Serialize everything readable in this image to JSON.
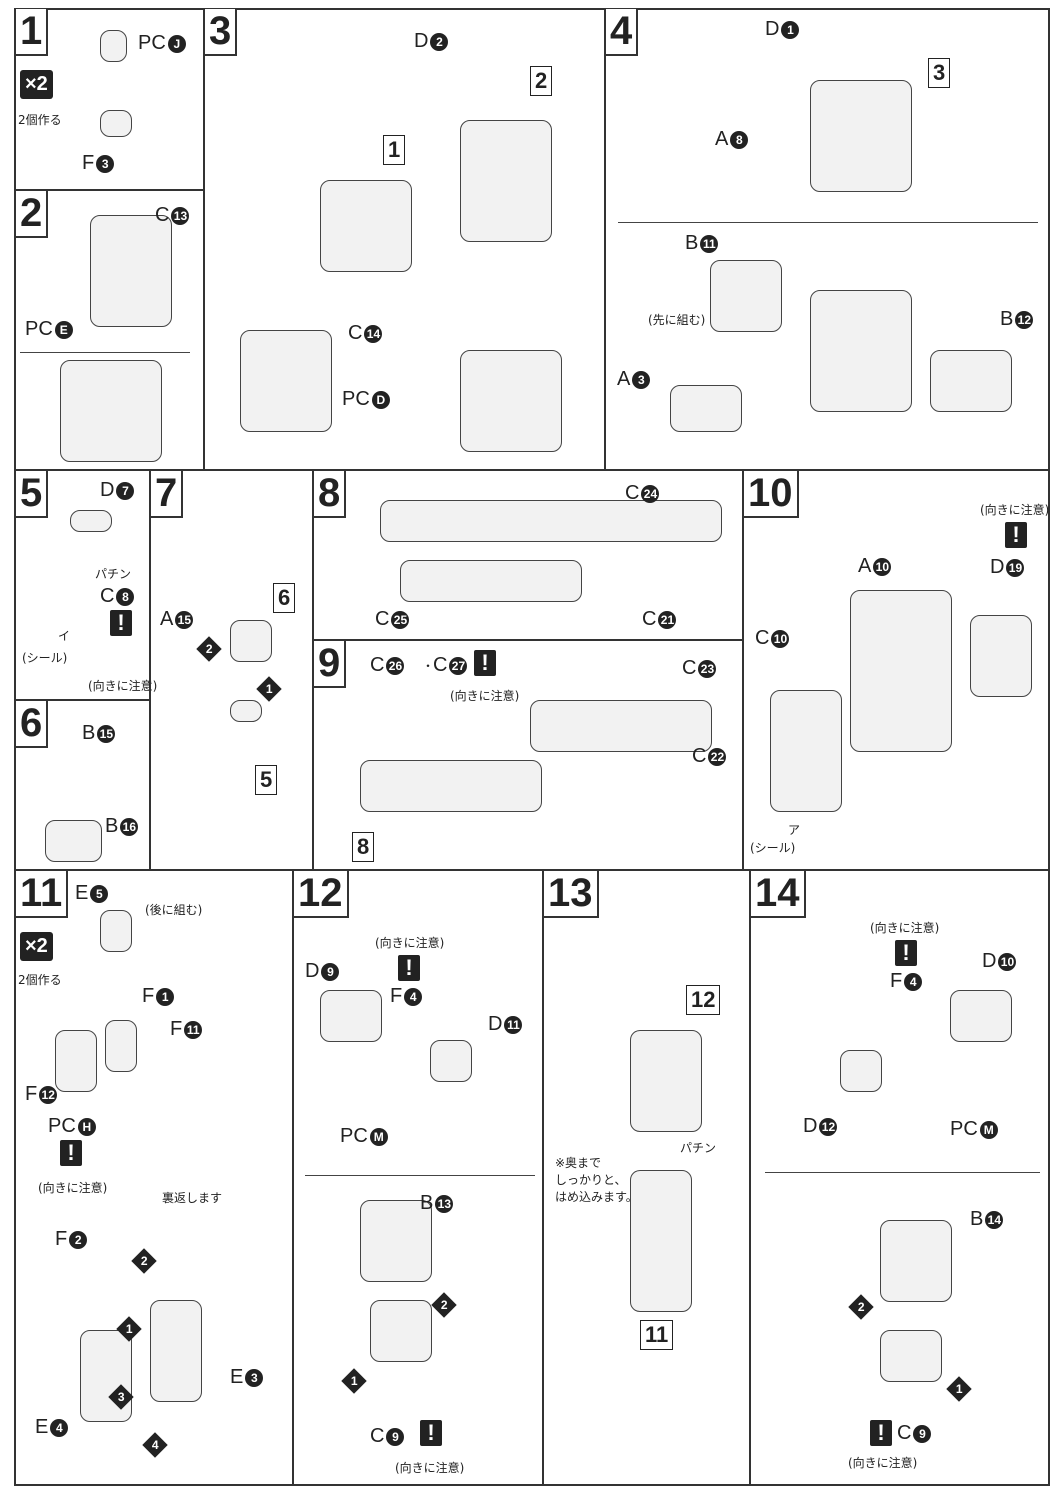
{
  "panels": {
    "p1": {
      "step": "1",
      "labels": [
        {
          "id": "x2",
          "type": "x2",
          "text": "×2"
        },
        {
          "id": "make2",
          "type": "jp",
          "text": "2個作る"
        },
        {
          "id": "pcj",
          "type": "part",
          "letter": "PC",
          "num": "J"
        },
        {
          "id": "f3",
          "type": "part",
          "letter": "F",
          "num": "3"
        }
      ]
    },
    "p2": {
      "step": "2",
      "labels": [
        {
          "id": "c13",
          "type": "part",
          "letter": "C",
          "num": "13"
        },
        {
          "id": "pce",
          "type": "part",
          "letter": "PC",
          "num": "E"
        }
      ]
    },
    "p3": {
      "step": "3",
      "labels": [
        {
          "id": "d2",
          "type": "part",
          "letter": "D",
          "num": "2"
        },
        {
          "id": "box2",
          "type": "box",
          "text": "2"
        },
        {
          "id": "box1",
          "type": "box",
          "text": "1"
        },
        {
          "id": "c14",
          "type": "part",
          "letter": "C",
          "num": "14"
        },
        {
          "id": "pcd",
          "type": "part",
          "letter": "PC",
          "num": "D"
        }
      ]
    },
    "p4": {
      "step": "4",
      "labels": [
        {
          "id": "d1",
          "type": "part",
          "letter": "D",
          "num": "1"
        },
        {
          "id": "box3",
          "type": "box",
          "text": "3"
        },
        {
          "id": "a8",
          "type": "part",
          "letter": "A",
          "num": "8"
        },
        {
          "id": "b11",
          "type": "part",
          "letter": "B",
          "num": "11"
        },
        {
          "id": "first",
          "type": "jp",
          "text": "(先に組む)"
        },
        {
          "id": "b12",
          "type": "part",
          "letter": "B",
          "num": "12"
        },
        {
          "id": "a3",
          "type": "part",
          "letter": "A",
          "num": "3"
        }
      ]
    },
    "p5": {
      "step": "5",
      "labels": [
        {
          "id": "d7",
          "type": "part",
          "letter": "D",
          "num": "7"
        },
        {
          "id": "pachin5",
          "type": "jp",
          "text": "パチン"
        },
        {
          "id": "c8",
          "type": "part",
          "letter": "C",
          "num": "8"
        },
        {
          "id": "warn5",
          "type": "warn",
          "text": "!"
        },
        {
          "id": "i",
          "type": "jp",
          "text": "イ"
        },
        {
          "id": "seal5",
          "type": "jp",
          "text": "(シール)"
        },
        {
          "id": "caution5",
          "type": "jp",
          "text": "(向きに注意)"
        }
      ]
    },
    "p6": {
      "step": "6",
      "labels": [
        {
          "id": "b15",
          "type": "part",
          "letter": "B",
          "num": "15"
        },
        {
          "id": "b16",
          "type": "part",
          "letter": "B",
          "num": "16"
        }
      ]
    },
    "p7": {
      "step": "7",
      "labels": [
        {
          "id": "box6",
          "type": "box",
          "text": "6"
        },
        {
          "id": "a15",
          "type": "part",
          "letter": "A",
          "num": "15"
        },
        {
          "id": "n2_7",
          "type": "arrownum",
          "text": "2"
        },
        {
          "id": "n1_7",
          "type": "arrownum",
          "text": "1"
        },
        {
          "id": "box5",
          "type": "box",
          "text": "5"
        }
      ]
    },
    "p8": {
      "step": "8",
      "labels": [
        {
          "id": "c24",
          "type": "part",
          "letter": "C",
          "num": "24"
        },
        {
          "id": "c25",
          "type": "part",
          "letter": "C",
          "num": "25"
        },
        {
          "id": "c21",
          "type": "part",
          "letter": "C",
          "num": "21"
        }
      ]
    },
    "p9": {
      "step": "9",
      "labels": [
        {
          "id": "c26",
          "type": "part",
          "letter": "C",
          "num": "26"
        },
        {
          "id": "dot",
          "type": "jp",
          "text": "・"
        },
        {
          "id": "c27",
          "type": "part",
          "letter": "C",
          "num": "27"
        },
        {
          "id": "warn9",
          "type": "warn",
          "text": "!"
        },
        {
          "id": "caution9",
          "type": "jp",
          "text": "(向きに注意)"
        },
        {
          "id": "c23",
          "type": "part",
          "letter": "C",
          "num": "23"
        },
        {
          "id": "c22",
          "type": "part",
          "letter": "C",
          "num": "22"
        },
        {
          "id": "box8",
          "type": "box",
          "text": "8"
        }
      ]
    },
    "p10": {
      "step": "10",
      "labels": [
        {
          "id": "caution10",
          "type": "jp",
          "text": "(向きに注意)"
        },
        {
          "id": "warn10",
          "type": "warn",
          "text": "!"
        },
        {
          "id": "a10",
          "type": "part",
          "letter": "A",
          "num": "10"
        },
        {
          "id": "d19",
          "type": "part",
          "letter": "D",
          "num": "19"
        },
        {
          "id": "c10",
          "type": "part",
          "letter": "C",
          "num": "10"
        },
        {
          "id": "a",
          "type": "jp",
          "text": "ア"
        },
        {
          "id": "seal10",
          "type": "jp",
          "text": "(シール)"
        }
      ]
    },
    "p11": {
      "step": "11",
      "labels": [
        {
          "id": "x2b",
          "type": "x2",
          "text": "×2"
        },
        {
          "id": "make2b",
          "type": "jp",
          "text": "2個作る"
        },
        {
          "id": "e5",
          "type": "part",
          "letter": "E",
          "num": "5"
        },
        {
          "id": "later",
          "type": "jp",
          "text": "(後に組む)"
        },
        {
          "id": "f1",
          "type": "part",
          "letter": "F",
          "num": "1"
        },
        {
          "id": "f11",
          "type": "part",
          "letter": "F",
          "num": "11"
        },
        {
          "id": "f12",
          "type": "part",
          "letter": "F",
          "num": "12"
        },
        {
          "id": "pch",
          "type": "part",
          "letter": "PC",
          "num": "H"
        },
        {
          "id": "warn11",
          "type": "warn",
          "text": "!"
        },
        {
          "id": "caution11",
          "type": "jp",
          "text": "(向きに注意)"
        },
        {
          "id": "flip",
          "type": "jp",
          "text": "裏返します"
        },
        {
          "id": "f2",
          "type": "part",
          "letter": "F",
          "num": "2"
        },
        {
          "id": "n2_11",
          "type": "arrownum",
          "text": "2"
        },
        {
          "id": "n1_11",
          "type": "arrownum",
          "text": "1"
        },
        {
          "id": "n3_11",
          "type": "arrownum",
          "text": "3"
        },
        {
          "id": "n4_11",
          "type": "arrownum",
          "text": "4"
        },
        {
          "id": "e3",
          "type": "part",
          "letter": "E",
          "num": "3"
        },
        {
          "id": "e4",
          "type": "part",
          "letter": "E",
          "num": "4"
        }
      ]
    },
    "p12": {
      "step": "12",
      "labels": [
        {
          "id": "caution12a",
          "type": "jp",
          "text": "(向きに注意)"
        },
        {
          "id": "warn12a",
          "type": "warn",
          "text": "!"
        },
        {
          "id": "d9",
          "type": "part",
          "letter": "D",
          "num": "9"
        },
        {
          "id": "f4a",
          "type": "part",
          "letter": "F",
          "num": "4"
        },
        {
          "id": "d11",
          "type": "part",
          "letter": "D",
          "num": "11"
        },
        {
          "id": "pcm",
          "type": "part",
          "letter": "PC",
          "num": "M"
        },
        {
          "id": "b13",
          "type": "part",
          "letter": "B",
          "num": "13"
        },
        {
          "id": "n2_12",
          "type": "arrownum",
          "text": "2"
        },
        {
          "id": "n1_12",
          "type": "arrownum",
          "text": "1"
        },
        {
          "id": "c9a",
          "type": "part",
          "letter": "C",
          "num": "9"
        },
        {
          "id": "warn12b",
          "type": "warn",
          "text": "!"
        },
        {
          "id": "caution12b",
          "type": "jp",
          "text": "(向きに注意)"
        }
      ]
    },
    "p13": {
      "step": "13",
      "labels": [
        {
          "id": "box12",
          "type": "box",
          "text": "12"
        },
        {
          "id": "pachin13",
          "type": "jp",
          "text": "パチン"
        },
        {
          "id": "note",
          "type": "jp",
          "text": "※奥まで\nしっかりと、\nはめ込みます。"
        },
        {
          "id": "box11",
          "type": "box",
          "text": "11"
        }
      ]
    },
    "p14": {
      "step": "14",
      "labels": [
        {
          "id": "caution14a",
          "type": "jp",
          "text": "(向きに注意)"
        },
        {
          "id": "warn14a",
          "type": "warn",
          "text": "!"
        },
        {
          "id": "d10",
          "type": "part",
          "letter": "D",
          "num": "10"
        },
        {
          "id": "f4b",
          "type": "part",
          "letter": "F",
          "num": "4"
        },
        {
          "id": "d12",
          "type": "part",
          "letter": "D",
          "num": "12"
        },
        {
          "id": "pcm2",
          "type": "part",
          "letter": "PC",
          "num": "M"
        },
        {
          "id": "b14",
          "type": "part",
          "letter": "B",
          "num": "14"
        },
        {
          "id": "n2_14",
          "type": "arrownum",
          "text": "2"
        },
        {
          "id": "n1_14",
          "type": "arrownum",
          "text": "1"
        },
        {
          "id": "warn14b",
          "type": "warn",
          "text": "!"
        },
        {
          "id": "c9b",
          "type": "part",
          "letter": "C",
          "num": "9"
        },
        {
          "id": "caution14b",
          "type": "jp",
          "text": "(向きに注意)"
        }
      ]
    }
  }
}
